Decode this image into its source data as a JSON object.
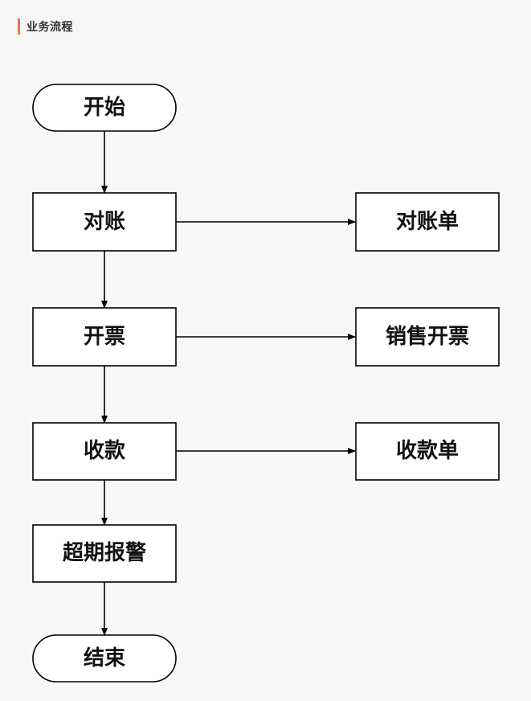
{
  "section": {
    "title": "业务流程",
    "accent_color": "#e8764a"
  },
  "flowchart": {
    "start": "开始",
    "end": "结束",
    "steps": {
      "reconcile": "对账",
      "invoice": "开票",
      "collect": "收款",
      "overdue": "超期报警"
    },
    "outputs": {
      "statement": "对账单",
      "sales_invoice": "销售开票",
      "receipt": "收款单"
    }
  }
}
